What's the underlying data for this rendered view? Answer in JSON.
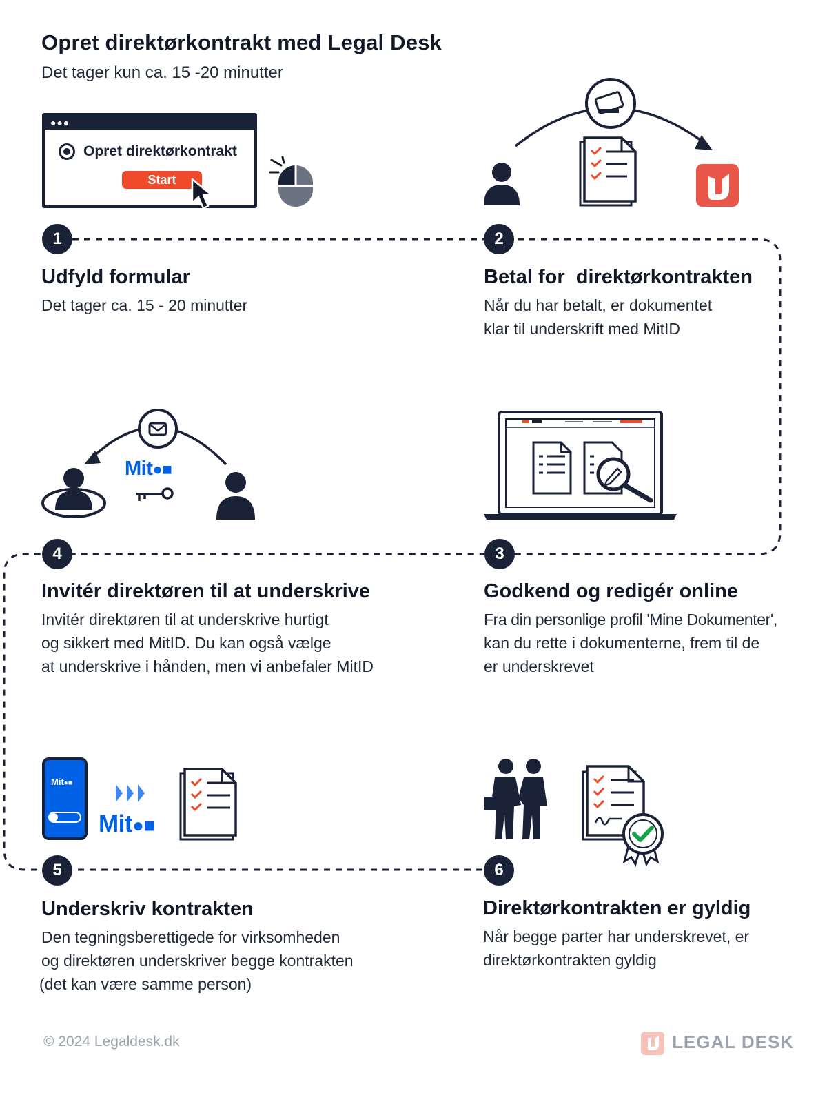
{
  "header": {
    "title": "Opret direktørkontrakt med Legal Desk",
    "subtitle": "Det tager kun ca. 15 -20 minutter"
  },
  "browser_mock": {
    "option_label": "Opret direktørkontrakt",
    "start_label": "Start"
  },
  "mitid": {
    "label_mit": "Mit",
    "label_id": "ID"
  },
  "steps": [
    {
      "number": "1",
      "title": "Udfyld formular",
      "lines": [
        "Det tager ca. 15 - 20 minutter"
      ]
    },
    {
      "number": "2",
      "title": "Betal for  direktørkontrakten",
      "lines": [
        "Når du har betalt, er dokumentet",
        "klar til underskrift med MitID"
      ]
    },
    {
      "number": "3",
      "title": "Godkend og redigér online",
      "lines": [
        "Fra din personlige profil 'Mine Dokumenter',",
        "kan du rette i dokumenterne, frem til de",
        "er underskrevet"
      ]
    },
    {
      "number": "4",
      "title": "Invitér direktøren til at underskrive",
      "lines": [
        "Invitér direktøren til at underskrive hurtigt",
        "og sikkert med MitID. Du kan også vælge",
        "at underskrive i hånden, men vi anbefaler MitID"
      ]
    },
    {
      "number": "5",
      "title": "Underskriv kontrakten",
      "lines": [
        "Den tegningsberettigede for virksomheden",
        "og direktøren underskriver begge kontrakten",
        "(det kan være samme person)"
      ]
    },
    {
      "number": "6",
      "title": "Direktørkontrakten er gyldig",
      "lines": [
        "Når begge parter har underskrevet, er",
        "direktørkontrakten gyldig"
      ]
    }
  ],
  "footer": {
    "copyright": "© 2024 Legaldesk.dk",
    "brand": "LEGAL DESK"
  },
  "colors": {
    "navy": "#1a2238",
    "accent_red": "#f04a2c",
    "mitid_blue": "#0060e6",
    "check_green": "#16a34a",
    "brand_grey": "#9ca3af"
  }
}
